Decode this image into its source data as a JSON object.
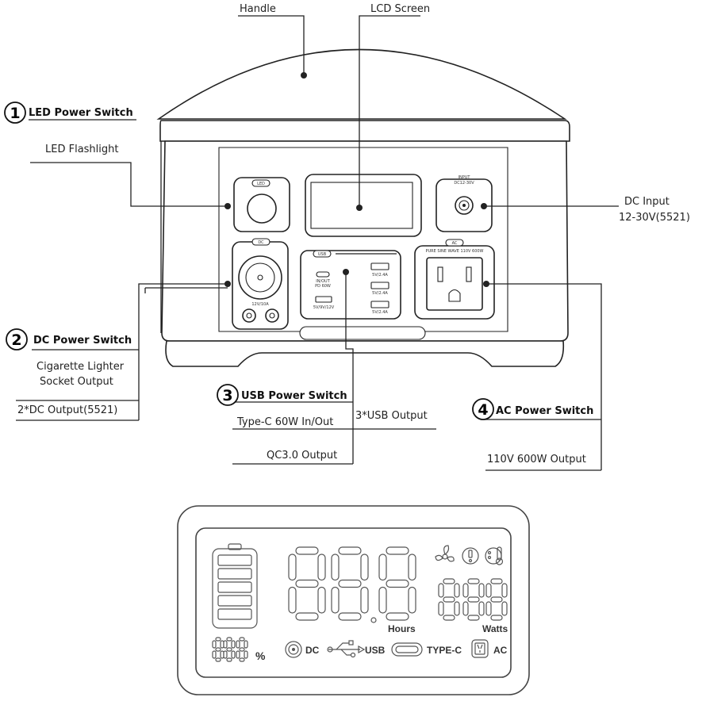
{
  "callouts": {
    "handle": "Handle",
    "lcd_screen": "LCD Screen",
    "led_power_switch": "LED Power Switch",
    "led_flashlight": "LED Flashlight",
    "dc_input_line1": "DC Input",
    "dc_input_line2": "12-30V(5521)",
    "dc_power_switch": "DC Power Switch",
    "cigarette_line1": "Cigarette Lighter",
    "cigarette_line2": "Socket Output",
    "dc_output": "2*DC Output(5521)",
    "usb_power_switch": "USB Power Switch",
    "typec": "Type-C 60W In/Out",
    "usb_output": "3*USB Output",
    "qc3": "QC3.0 Output",
    "ac_power_switch": "AC Power Switch",
    "ac_output": "110V 600W Output"
  },
  "numbers": {
    "n1": "1",
    "n2": "2",
    "n3": "3",
    "n4": "4"
  },
  "device_labels": {
    "led": "LED",
    "dc": "DC",
    "usb": "USB",
    "ac": "AC",
    "input": "INPUT",
    "input_range": "DC12-30V",
    "dc_rating": "12V/10A",
    "pure_sine": "PURE SINE WAVE 110V 600W",
    "inout": "IN/OUT",
    "pd": "PD 60W",
    "qc": "5V/9V/12V",
    "usb_rating_1": "5V/2.4A",
    "usb_rating_2": "5V/2.4A",
    "usb_rating_3": "5V/2.4A"
  },
  "lcd": {
    "hours": "Hours",
    "watts": "Watts",
    "percent": "%",
    "dc": "DC",
    "usb": "USB",
    "typec": "TYPE-C",
    "ac": "AC"
  },
  "icons": [
    "fan-icon",
    "warning-icon",
    "temperature-icon",
    "battery-icon",
    "dc-port-icon",
    "usb-icon",
    "typec-port-icon",
    "ac-outlet-icon"
  ]
}
